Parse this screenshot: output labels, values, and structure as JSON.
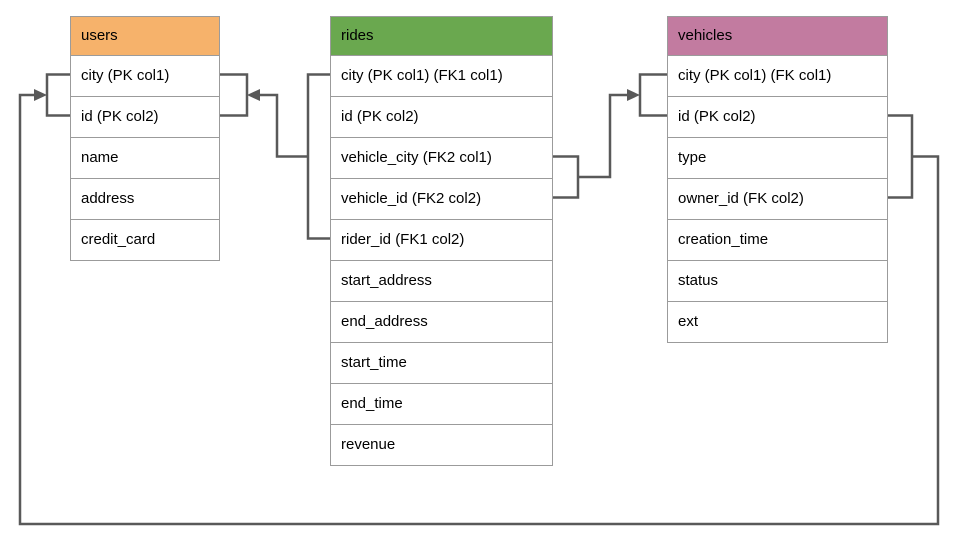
{
  "colors": {
    "background": "#ffffff",
    "connector": "#595959",
    "table_border": "#9b9b9b",
    "text": "#000000"
  },
  "tables": [
    {
      "title": "users",
      "header_color": "#f6b26b",
      "columns": [
        "city (PK col1)",
        "id (PK col2)",
        "name",
        "address",
        "credit_card"
      ]
    },
    {
      "title": "rides",
      "header_color": "#6aa84f",
      "columns": [
        "city (PK col1) (FK1 col1)",
        "id (PK col2)",
        "vehicle_city (FK2 col1)",
        "vehicle_id (FK2 col2)",
        "rider_id (FK1 col2)",
        "start_address",
        "end_address",
        "start_time",
        "end_time",
        "revenue"
      ]
    },
    {
      "title": "vehicles",
      "header_color": "#c27ba0",
      "columns": [
        "city (PK col1) (FK col1)",
        "id (PK col2)",
        "type",
        "owner_id (FK col2)",
        "creation_time",
        "status",
        "ext"
      ]
    }
  ],
  "relationships": [
    {
      "name": "FK1",
      "from_table": "rides",
      "from_columns": [
        "city (PK col1) (FK1 col1)",
        "rider_id (FK1 col2)"
      ],
      "to_table": "users",
      "to_columns": [
        "city (PK col1)",
        "id (PK col2)"
      ]
    },
    {
      "name": "FK2",
      "from_table": "rides",
      "from_columns": [
        "vehicle_city (FK2 col1)",
        "vehicle_id (FK2 col2)"
      ],
      "to_table": "vehicles",
      "to_columns": [
        "city (PK col1) (FK col1)",
        "id (PK col2)"
      ]
    },
    {
      "name": "FK",
      "from_table": "vehicles",
      "from_columns": [
        "id (PK col2)",
        "owner_id (FK col2)"
      ],
      "to_table": "users",
      "to_columns": [
        "city (PK col1)",
        "id (PK col2)"
      ]
    }
  ]
}
